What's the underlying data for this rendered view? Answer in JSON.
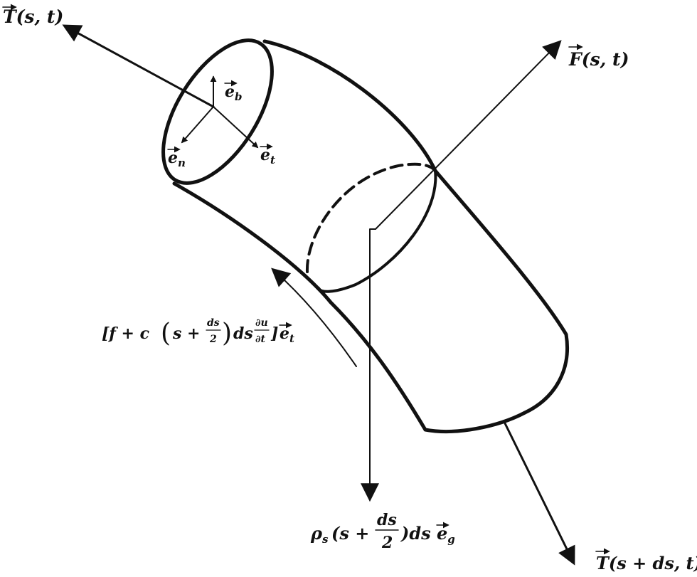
{
  "labels": {
    "tension_top": "T(s, t)",
    "force": "F(s, t)",
    "tension_bottom": "T(s + ds, t)",
    "eb": "e",
    "eb_sub": "b",
    "en": "e",
    "en_sub": "n",
    "et": "e",
    "et_sub": "t",
    "friction_open": "[f + c",
    "friction_s": "s +",
    "friction_ds_num": "ds",
    "friction_ds_den": "2",
    "friction_ds": "ds",
    "friction_du_num": "∂u",
    "friction_du_den": "∂t",
    "friction_close": "]",
    "friction_e": "e",
    "friction_e_sub": "t",
    "weight_rho": "ρ",
    "weight_rho_sub": "s",
    "weight_s": "(s +",
    "weight_num": "ds",
    "weight_den": "2",
    "weight_close": ")ds",
    "weight_e": "e",
    "weight_e_sub": "g"
  }
}
